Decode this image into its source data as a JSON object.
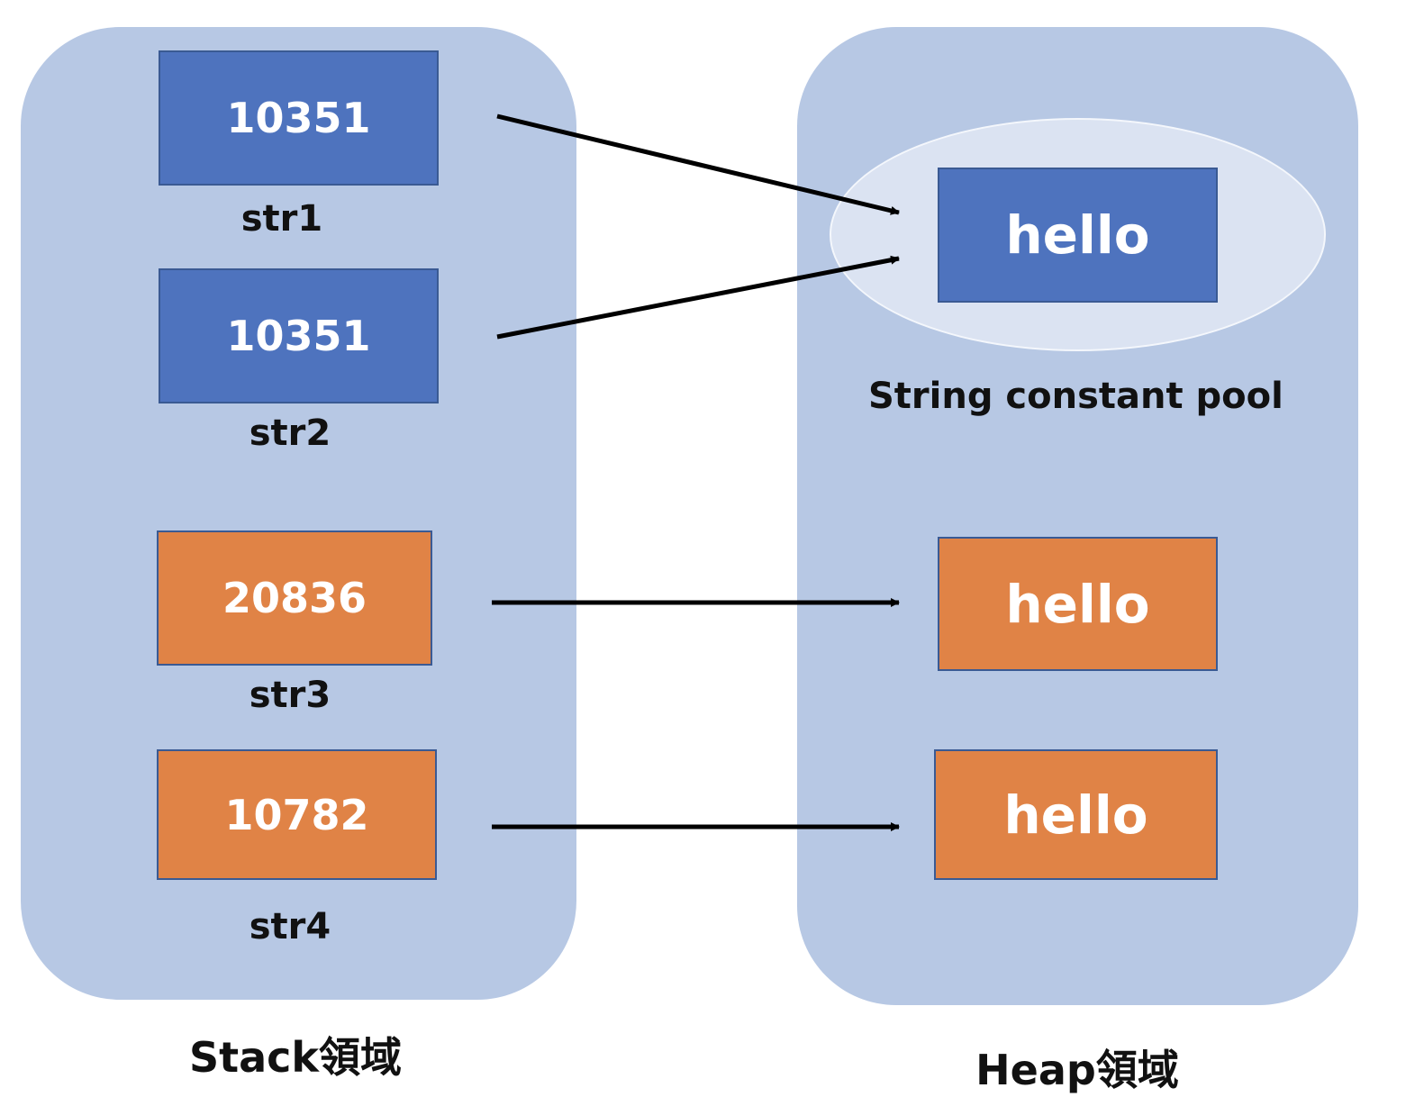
{
  "stack": {
    "title": "Stack領域",
    "vars": [
      {
        "address": "10351",
        "name": "str1",
        "color": "#4e73be"
      },
      {
        "address": "10351",
        "name": "str2",
        "color": "#4e73be"
      },
      {
        "address": "20836",
        "name": "str3",
        "color": "#e08346"
      },
      {
        "address": "10782",
        "name": "str4",
        "color": "#e08346"
      }
    ]
  },
  "heap": {
    "title": "Heap領域",
    "pool_label": "String constant pool",
    "objects": [
      {
        "value": "hello",
        "in_pool": true,
        "color": "#4e73be"
      },
      {
        "value": "hello",
        "in_pool": false,
        "color": "#e08346"
      },
      {
        "value": "hello",
        "in_pool": false,
        "color": "#e08346"
      }
    ]
  },
  "references": [
    {
      "from": "str1",
      "to": "heap.objects.0"
    },
    {
      "from": "str2",
      "to": "heap.objects.0"
    },
    {
      "from": "str3",
      "to": "heap.objects.1"
    },
    {
      "from": "str4",
      "to": "heap.objects.2"
    }
  ],
  "colors": {
    "region_bg": "#b7c8e4",
    "pool_bg": "#dbe3f2",
    "pool_ref": "#4e73be",
    "new_obj": "#e08346"
  }
}
